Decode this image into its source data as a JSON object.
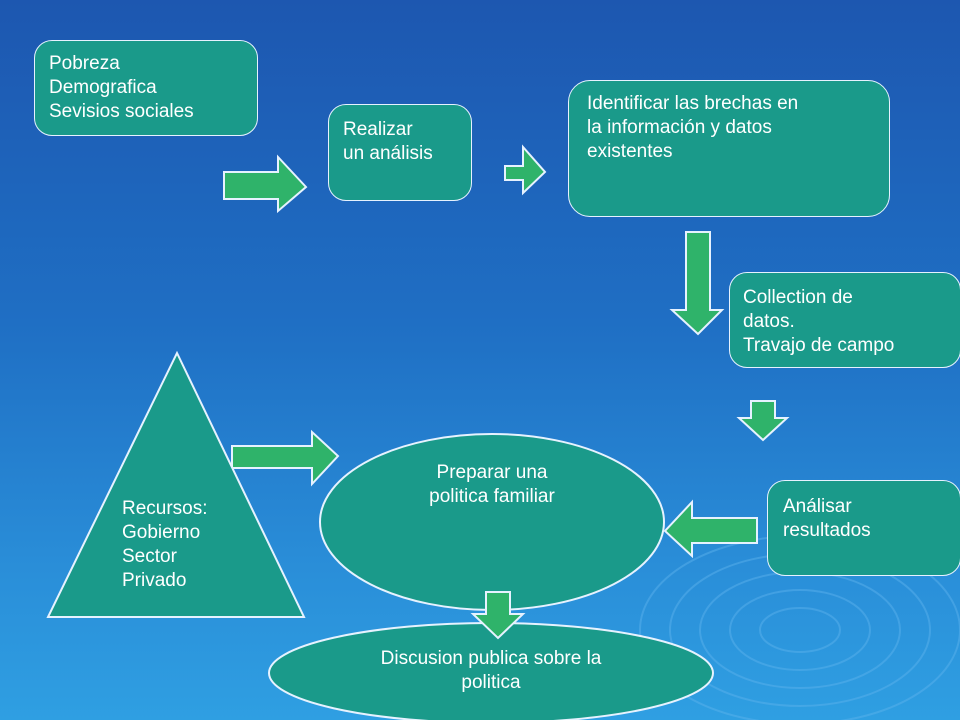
{
  "colors": {
    "shape_fill": "#1a9a8a",
    "arrow_fill": "#2fb36a",
    "outline": "#e6f2ff",
    "text": "#ffffff"
  },
  "inputs_box": {
    "lines": [
      "Pobreza",
      "Demografica",
      "Sevisios sociales"
    ]
  },
  "analysis_box": {
    "lines": [
      "Realizar",
      "un análisis"
    ]
  },
  "gaps_box": {
    "lines": [
      "Identificar las brechas en",
      "la información y datos",
      "existentes"
    ]
  },
  "collection_box": {
    "lines": [
      "Collection de",
      "datos.",
      "Travajo de campo"
    ]
  },
  "results_box": {
    "lines": [
      "Análisar",
      "resultados"
    ]
  },
  "policy_ellipse": {
    "lines": [
      "Preparar  una",
      "politica familiar"
    ]
  },
  "resources_triangle": {
    "lines": [
      "Recursos:",
      "Gobierno",
      "Sector",
      "Privado"
    ]
  },
  "discussion_ellipse": {
    "lines": [
      "Discusion publica sobre la",
      "politica"
    ]
  }
}
